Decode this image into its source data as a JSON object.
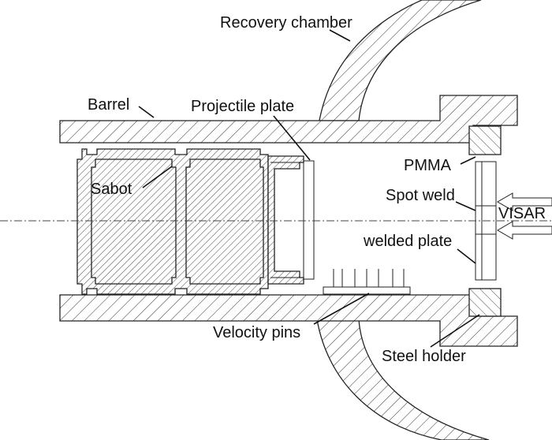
{
  "labels": {
    "recovery_chamber": "Recovery chamber",
    "barrel": "Barrel",
    "projectile_plate": "Projectile plate",
    "sabot": "Sabot",
    "pmma": "PMMA",
    "spot_weld": "Spot weld",
    "visar": "VISAR",
    "welded_plate": "welded plate",
    "velocity_pins": "Velocity pins",
    "steel_holder": "Steel holder"
  },
  "colors": {
    "line": "#222222",
    "spot_weld_fill": "#444444",
    "background": "#ffffff"
  },
  "icons": {
    "visar_beam": "double-arrow-left-icon"
  }
}
